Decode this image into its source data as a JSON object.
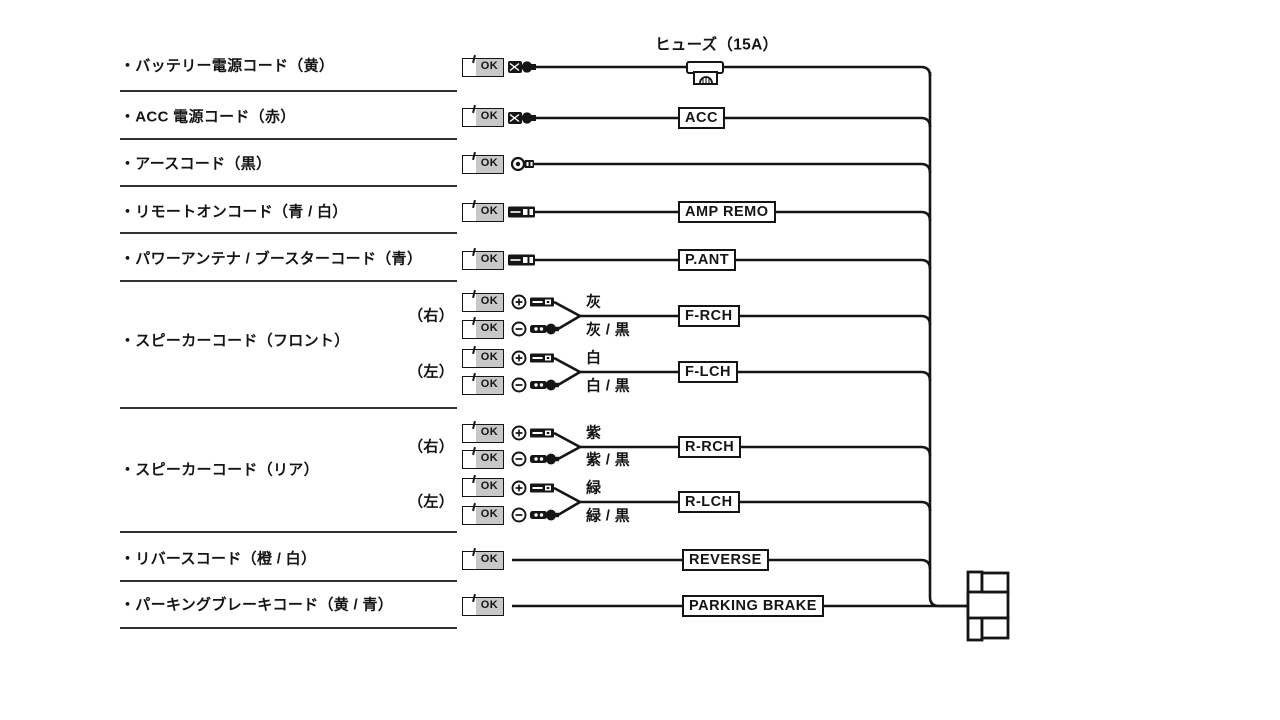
{
  "fuse_label": "ヒューズ（15A）",
  "ok_label": "OK",
  "left_labels": {
    "battery": "・バッテリー電源コード（黄）",
    "acc": "・ACC 電源コード（赤）",
    "ground": "・アースコード（黒）",
    "remote": "・リモートオンコード（青 / 白）",
    "power_antenna": "・パワーアンテナ / ブースターコード（青）",
    "speaker_front": "・スピーカーコード（フロント）",
    "speaker_rear": "・スピーカーコード（リア）",
    "reverse": "・リバースコード（橙 / 白）",
    "parking_brake": "・パーキングブレーキコード（黄 / 青）"
  },
  "side_labels": {
    "right": "（右）",
    "left": "（左）"
  },
  "tags": {
    "acc": "ACC",
    "amp_remo": "AMP REMO",
    "p_ant": "P.ANT",
    "f_rch": "F-RCH",
    "f_lch": "F-LCH",
    "r_rch": "R-RCH",
    "r_lch": "R-LCH",
    "reverse": "REVERSE",
    "parking_brake": "PARKING BRAKE"
  },
  "wire_colors": {
    "front_right_plus": "灰",
    "front_right_minus": "灰 / 黒",
    "front_left_plus": "白",
    "front_left_minus": "白 / 黒",
    "rear_right_plus": "紫",
    "rear_right_minus": "紫 / 黒",
    "rear_left_plus": "緑",
    "rear_left_minus": "緑 / 黒"
  },
  "colors": {
    "ink": "#151515",
    "ok_cell_gray": "#c8c8c8",
    "paper": "#ffffff"
  }
}
